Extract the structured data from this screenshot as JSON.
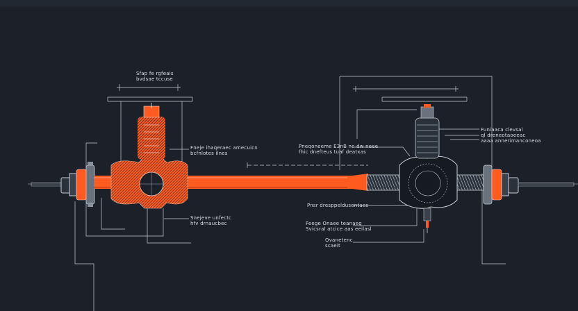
{
  "colors": {
    "background": "#1b2029",
    "line": "#c9ced6",
    "accent": "#ff5a1f",
    "accent_dark": "#b83a10",
    "steel": "#8b939e"
  },
  "annotations": {
    "top_left": [
      "Sfap fe rgfeais",
      "bvdsae tccuse"
    ],
    "left_mid": [
      "Fneje ihaqeraec amecuicn",
      "bcfnlotes ilnes"
    ],
    "left_low": [
      "Snejeve unfectc",
      "hfv drnaucbec"
    ],
    "center_top": [
      "Pneqoneeme E3nB ne dw neee",
      "fhic dnefteus tuaf deatxas"
    ],
    "center_mid": "Pnsr dresppeldusentaes",
    "center_low": [
      "Feege Onaee teanaeg",
      "Svicsral atcice aas eeilasl"
    ],
    "center_bottom": [
      "Ovanetenc",
      "scaeit"
    ],
    "right": [
      "Funiaaca clevsal",
      "ql dreneotaoeeac",
      "aaaa annerimanconeoa"
    ]
  },
  "icons": [
    "axle-housing-diagram"
  ]
}
